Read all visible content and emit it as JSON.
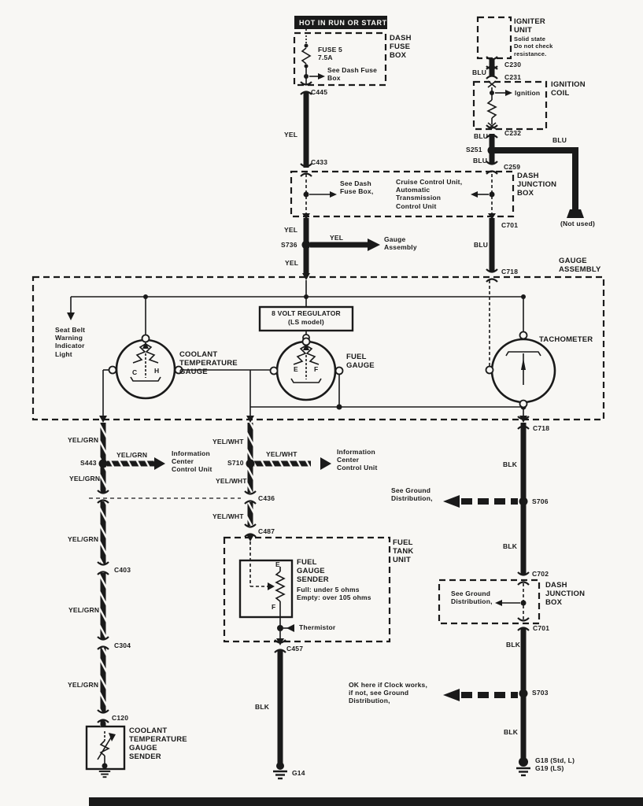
{
  "colors": {
    "ink": "#1a1a1a",
    "paper": "#f8f7f4"
  },
  "power": {
    "rail": "HOT IN RUN OR START"
  },
  "fuse_box": {
    "title": "DASH\nFUSE\nBOX",
    "fuse": "FUSE 5",
    "rating": "7.5A",
    "note": "See Dash Fuse\nBox"
  },
  "igniter": {
    "title": "IGNITER\nUNIT",
    "note": "Solid state\nDo not check\nresistance."
  },
  "coil": {
    "title": "IGNITION\nCOIL",
    "tap": "Ignition"
  },
  "junction_box": {
    "title": "DASH\nJUNCTION\nBOX",
    "note_left": "See Dash\nFuse Box,",
    "note_right": "Cruise Control Unit,\nAutomatic\nTransmission\nControl Unit",
    "not_used": "(Not used)"
  },
  "gauge_assembly": {
    "title": "GAUGE\nASSEMBLY",
    "to_note": "Gauge\nAssembly",
    "seat_belt": "Seat Belt\nWarning\nIndicator\nLight",
    "regulator": "8 VOLT REGULATOR\n(LS model)",
    "coolant_gauge": "COOLANT\nTEMPERATURE\nGAUGE",
    "fuel_gauge": "FUEL\nGAUGE",
    "tachometer": "TACHOMETER",
    "c_mark": "C",
    "h_mark": "H",
    "e_mark": "E",
    "f_mark": "F"
  },
  "info_center": {
    "label": "Information\nCenter\nControl Unit"
  },
  "fuel_tank": {
    "title": "FUEL\nTANK\nUNIT",
    "sender": "FUEL\nGAUGE\nSENDER",
    "full": "Full:  under 5 ohms",
    "empty": "Empty:  over 105 ohms",
    "thermistor": "Thermistor",
    "e_mark": "E",
    "f_mark": "F"
  },
  "coolant_sender": {
    "title": "COOLANT\nTEMPERATURE\nGAUGE\nSENDER"
  },
  "junction_box2": {
    "title": "DASH\nJUNCTION\nBOX",
    "note": "See Ground\nDistribution,"
  },
  "ground_notes": {
    "s706": "See Ground\nDistribution,",
    "s703": "OK here if Clock works,\nif not, see Ground\nDistribution,"
  },
  "grounds": {
    "g14": "G14",
    "g18": "G18 (Std, L)\nG19 (LS)"
  },
  "wires": {
    "yel": "YEL",
    "blu": "BLU",
    "blk": "BLK",
    "yel_grn": "YEL/GRN",
    "yel_wht": "YEL/WHT"
  },
  "splices": {
    "s251": "S251",
    "s736": "S736",
    "s443": "S443",
    "s710": "S710",
    "s706": "S706",
    "s703": "S703"
  },
  "connectors": {
    "c445": "C445",
    "c433": "C433",
    "c230": "C230",
    "c231": "C231",
    "c232": "C232",
    "c259": "C259",
    "c701": "C701",
    "c718": "C718",
    "c702": "C702",
    "c436": "C436",
    "c487": "C487",
    "c457": "C457",
    "c403": "C403",
    "c304": "C304",
    "c120": "C120"
  }
}
